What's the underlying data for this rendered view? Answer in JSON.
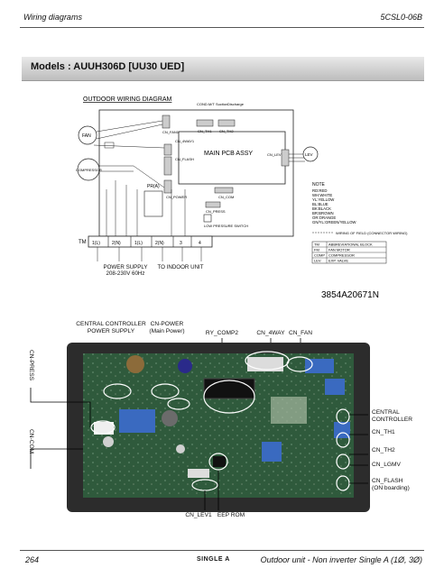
{
  "header": {
    "left": "Wiring diagrams",
    "right": "5CSL0-06B"
  },
  "section_title": "Models : AUUH306D [UU30 UED]",
  "diagram": {
    "title": "OUTDOOR WIRING DIAGRAM",
    "main_pcb": "MAIN PCB ASSY",
    "connectors": [
      "CN_FAN1",
      "CN_TH1",
      "CN_TH2",
      "CN_4WAY1",
      "CN_FLASH",
      "CN_LEV",
      "CN_POWER",
      "CN_PRESS",
      "CN_COM",
      "COND.M/T",
      "Suction",
      "Discharge"
    ],
    "parts": {
      "fan": "FAN",
      "comp": "COMPRESSOR",
      "lev": "LEV",
      "low_press": "LOW PRESSURE SWITCH",
      "terminal": "TM",
      "pr": "PR(A)"
    },
    "terminal_cells": [
      "1(L)",
      "2(N)",
      "1(L)",
      "2(N)",
      "3",
      "4"
    ],
    "power_supply": "POWER SUPPLY 208-230V 60Hz",
    "indoor_unit": "TO INDOOR UNIT",
    "note_title": "NOTE",
    "note_lines": [
      "RD:RED",
      "WH:WHITE",
      "YL:YELLOW",
      "BL:BLUE",
      "BK:BLACK",
      "BR:BROWN",
      "OR:ORANGE",
      "GN/YL:GREEN/YELLOW"
    ],
    "field_wiring": "WIRING OF FIELD (CONNECTOR WIRING)",
    "legend_rows": [
      [
        "TM",
        "ABBREVIATIONAL BLOCK"
      ],
      [
        "FM",
        "FAN MOTOR"
      ],
      [
        "COMP",
        "COMPRESSOR"
      ],
      [
        "LEV",
        "EXP. VALVE"
      ]
    ],
    "part_number": "3854A20671N"
  },
  "photo": {
    "top_labels": {
      "central_power": "CENTRAL CONTROLLER\nPOWER SUPPLY",
      "cn_power": "CN-POWER\n(Main Power)",
      "ry_comp2": "RY_COMP2",
      "cn_4way": "CN_4WAY",
      "cn_fan": "CN_FAN"
    },
    "left_labels": {
      "cn_press": "CN-PRESS",
      "cn_com": "CN-COM"
    },
    "right_labels": {
      "central": "CENTRAL\nCONTROLLER",
      "cn_th1": "CN_TH1",
      "cn_th2": "CN_TH2",
      "cn_lgmv": "CN_LGMV",
      "cn_flash": "CN_FLASH\n(ON boarding)"
    },
    "bottom_labels": {
      "cn_lev1": "CN_LEV1",
      "eep_rom": "EEP ROM"
    }
  },
  "footer": {
    "page": "264",
    "logo": "SINGLE A",
    "right": "Outdoor unit - Non inverter Single A (1Ø, 3Ø)"
  },
  "colors": {
    "pcb": "#2f5a3c",
    "band_start": "#e9e9e9",
    "band_end": "#bdbdbd"
  }
}
